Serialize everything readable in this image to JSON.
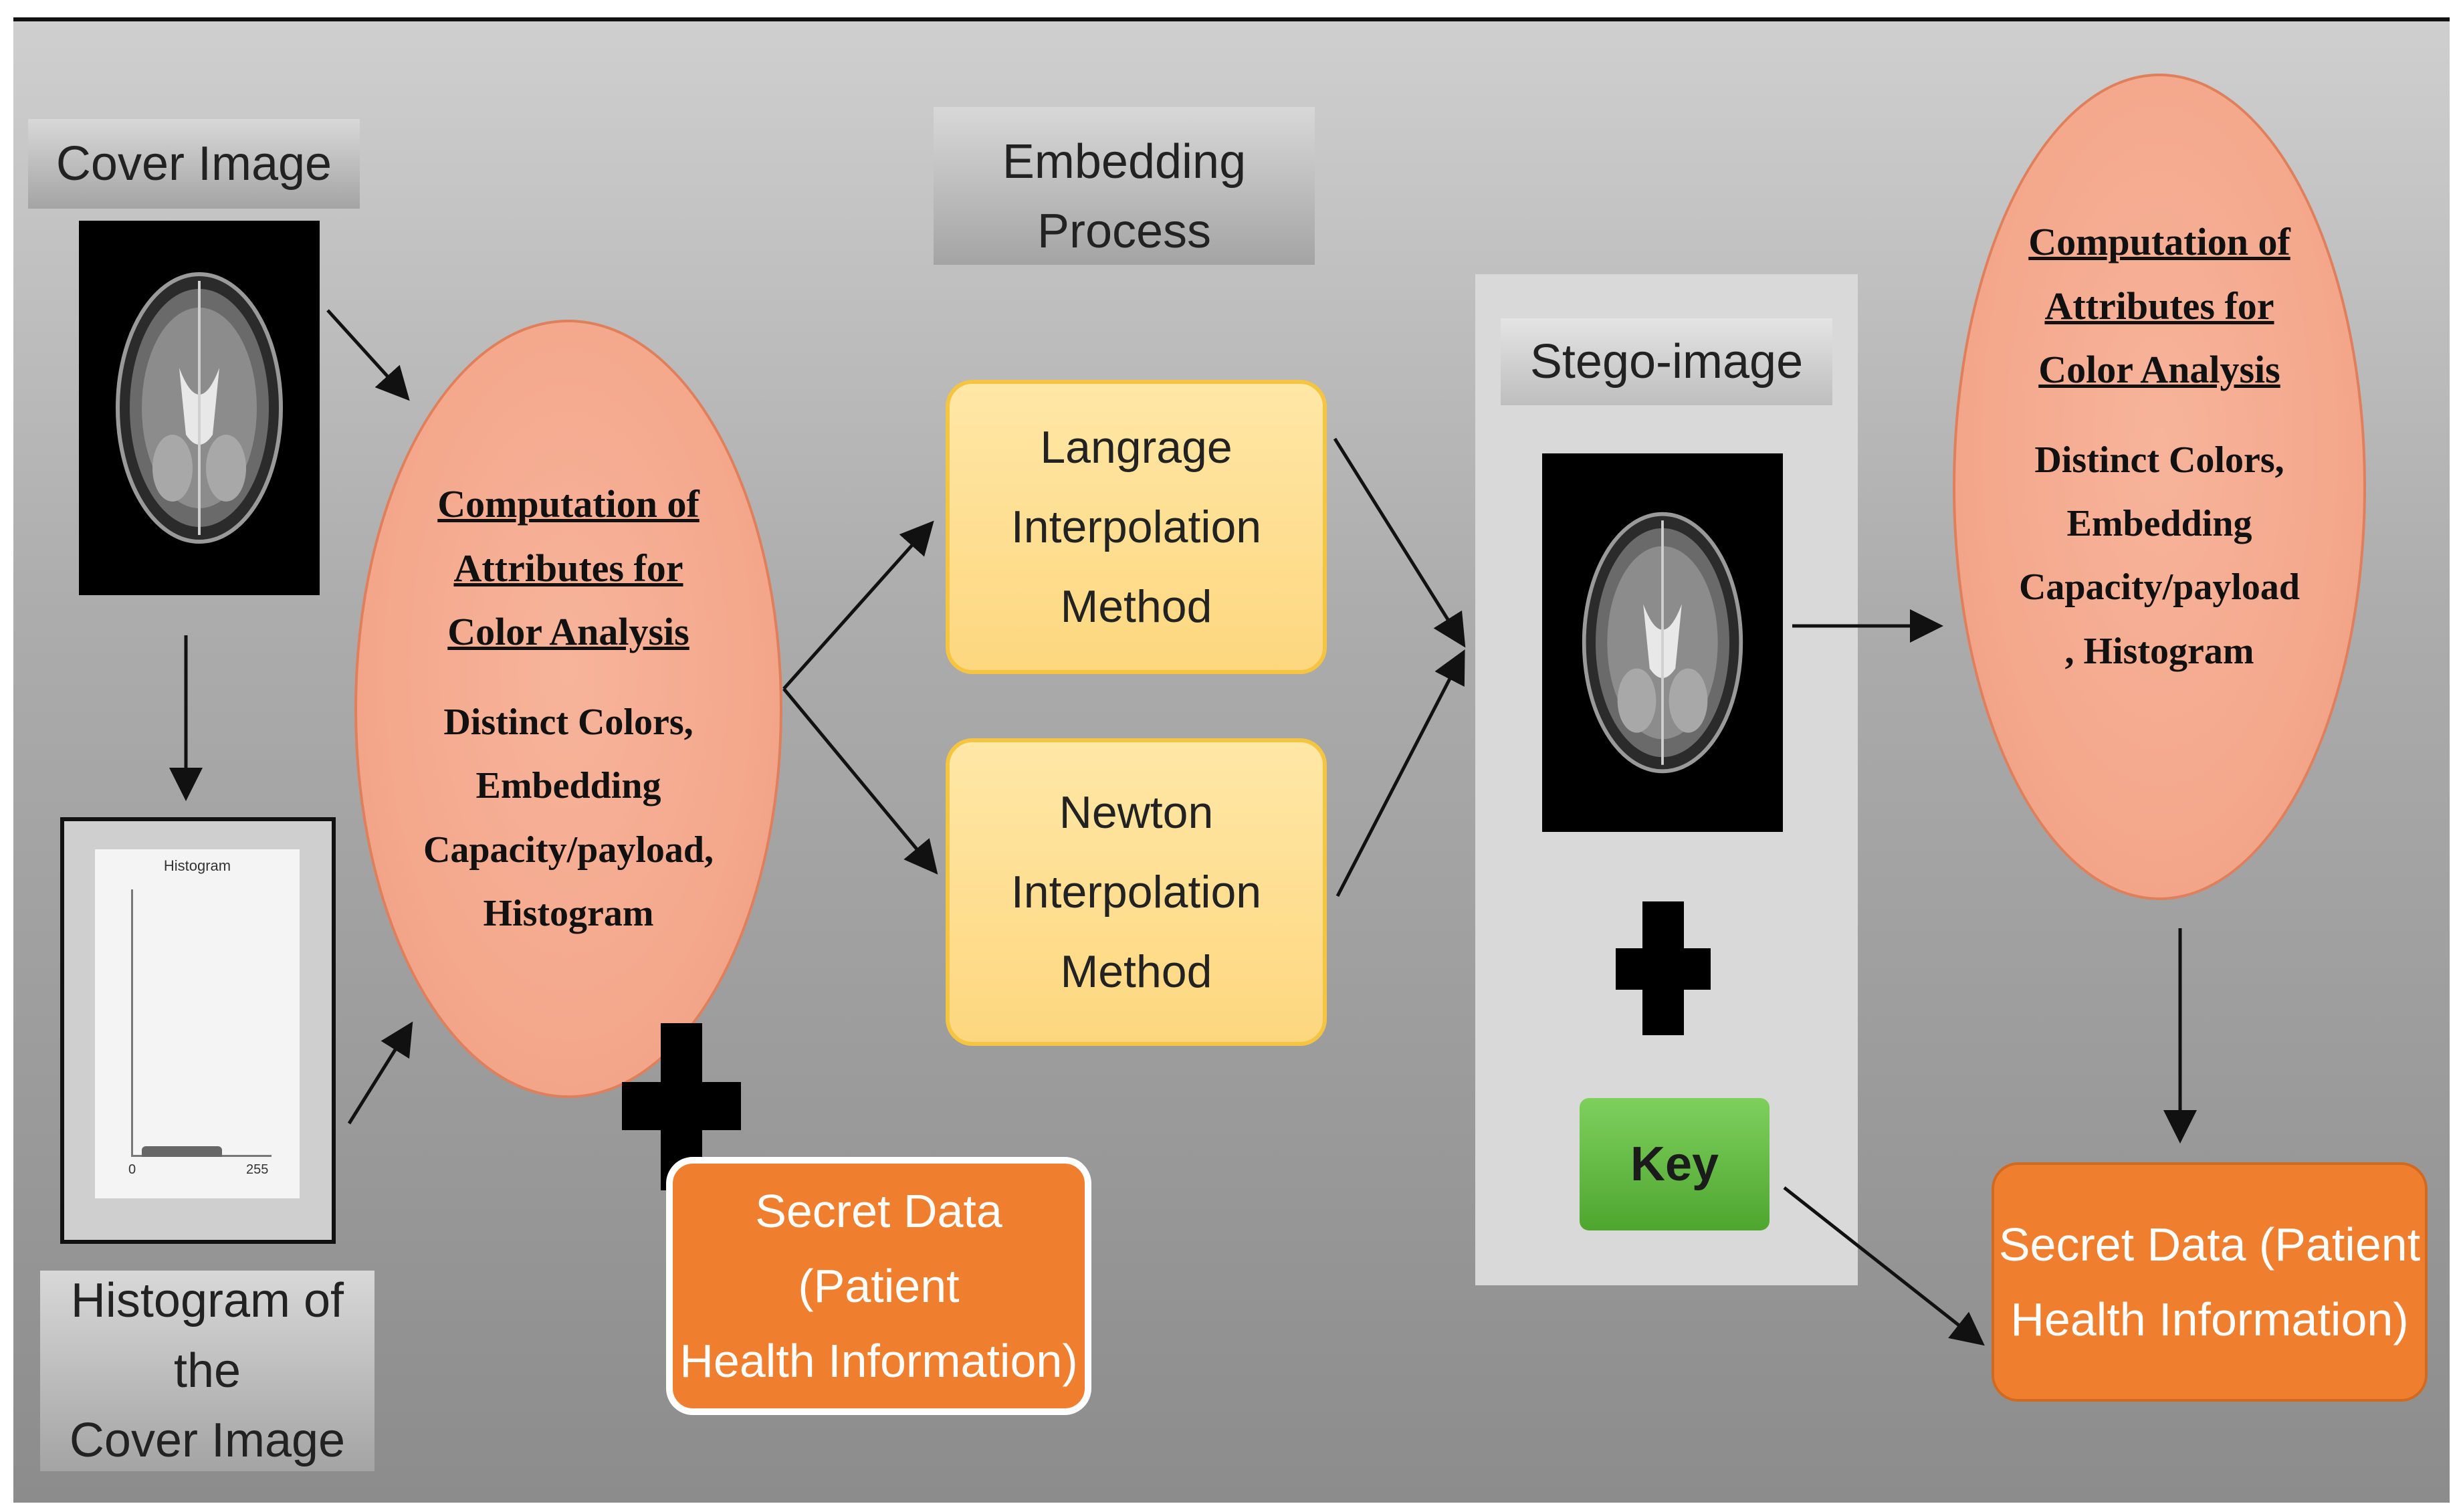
{
  "cover_image": {
    "label": "Cover Image"
  },
  "histogram_of_cover": {
    "label_line1": "Histogram of the",
    "label_line2": "Cover Image",
    "chart_title": "Histogram",
    "axis_min": "0",
    "axis_max": "255"
  },
  "analysis_left": {
    "heading_line1": "Computation of",
    "heading_line2": "Attributes for",
    "heading_line3": "Color Analysis",
    "body_line1": "Distinct Colors,",
    "body_line2": "Embedding",
    "body_line3": "Capacity/payload,",
    "body_line4": "Histogram"
  },
  "embedding": {
    "label": "Embedding Process"
  },
  "lagrange": {
    "line1": "Langrage",
    "line2": "Interpolation",
    "line3": "Method"
  },
  "newton": {
    "line1": "Newton",
    "line2": "Interpolation",
    "line3": "Method"
  },
  "secret_left": {
    "line1": "Secret Data (Patient",
    "line2": "Health Information)"
  },
  "stego": {
    "label": "Stego-image",
    "key_label": "Key"
  },
  "analysis_right": {
    "heading_line1": "Computation of",
    "heading_line2": "Attributes for",
    "heading_line3": "Color Analysis",
    "body_line1": "Distinct Colors,",
    "body_line2": "Embedding",
    "body_line3": "Capacity/payload",
    "body_line4": ", Histogram"
  },
  "secret_right": {
    "line1": "Secret Data (Patient",
    "line2": "Health Information)"
  },
  "colors": {
    "ellipse_fill": "#f4a88c",
    "process_fill": "#fdd77f",
    "secret_fill": "#ef7f2f",
    "key_fill": "#5cb83c",
    "background": "#a0a0a0"
  }
}
